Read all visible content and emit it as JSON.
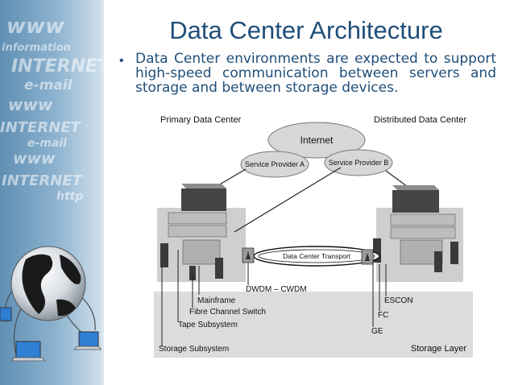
{
  "slide": {
    "title": "Data Center Architecture",
    "bullet": "Data Center environments are expected to support high-speed communication between servers and storage and between storage devices."
  },
  "sidebar": {
    "decor_words": [
      "www",
      "INTERNET",
      "e-mail",
      "information",
      "www",
      "INTERNET",
      "e-mail",
      "www",
      "INTERNET",
      "http"
    ]
  },
  "diagram": {
    "primary_label": "Primary Data Center",
    "distributed_label": "Distributed Data Center",
    "internet_label": "Internet",
    "provider_a": "Service Provider A",
    "provider_b": "Service Provider B",
    "transport_label": "Data Center Transport",
    "dwdm": "DWDM – CWDM",
    "mainframe": "Mainframe",
    "fibre": "Fibre Channel Switch",
    "tape": "Tape Subsystem",
    "storage_subsystem": "Storage Subsystem",
    "escon": "ESCON",
    "fc": "FC",
    "ge": "GE",
    "storage_layer": "Storage Layer"
  }
}
